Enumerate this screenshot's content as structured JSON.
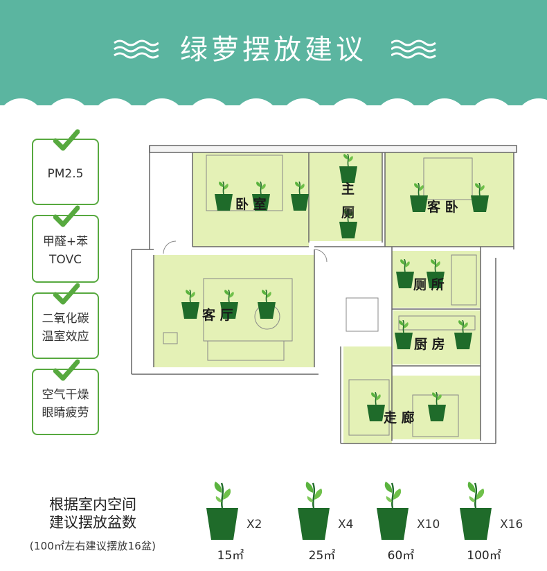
{
  "header": {
    "title": "绿萝摆放建议",
    "background_color": "#5bb5a0"
  },
  "benefits": [
    {
      "lines": [
        "PM2.5"
      ]
    },
    {
      "lines": [
        "甲醛+苯",
        "TOVC"
      ]
    },
    {
      "lines": [
        "二氧化碳",
        "温室效应"
      ]
    },
    {
      "lines": [
        "空气干燥",
        "眼睛疲劳"
      ]
    }
  ],
  "floor_plan": {
    "fill_color": "#e4f1b6",
    "rooms": {
      "master_bedroom": "卧 室",
      "master_bath_1": "主",
      "master_bath_2": "厕",
      "guest_bedroom": "客  卧",
      "restroom": "厕 所",
      "living_room": "客 厅",
      "kitchen": "厨  房",
      "corridor": "走  廊"
    }
  },
  "legend": {
    "caption_line1": "根据室内空间",
    "caption_line2": "建议摆放盆数",
    "caption_note": "(100㎡左右建议摆放16盆)",
    "items": [
      {
        "count": "X2",
        "area": "15㎡"
      },
      {
        "count": "X4",
        "area": "25㎡"
      },
      {
        "count": "X10",
        "area": "60㎡"
      },
      {
        "count": "X16",
        "area": "100㎡"
      }
    ]
  }
}
